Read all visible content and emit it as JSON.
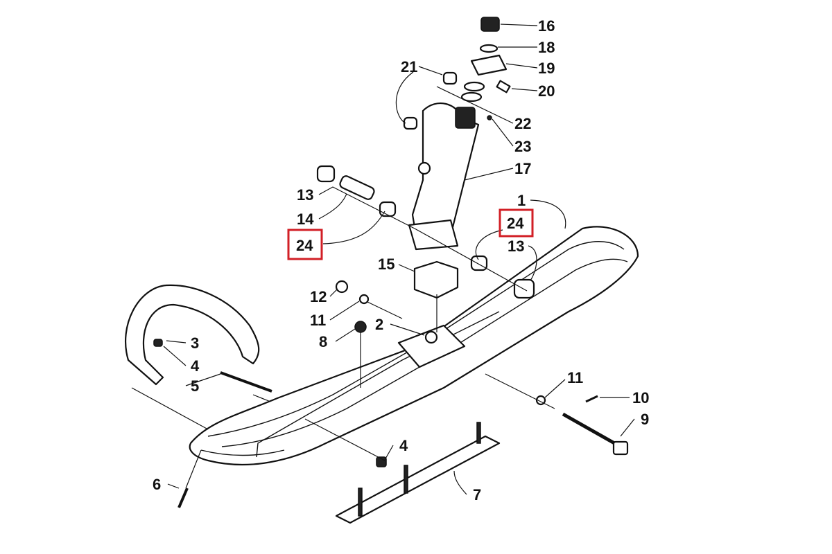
{
  "diagram": {
    "title": "Ski and spindle exploded parts diagram",
    "highlight_color": "#d21f26",
    "labels": {
      "p16": "16",
      "p18": "18",
      "p19": "19",
      "p20": "20",
      "p21": "21",
      "p22": "22",
      "p23": "23",
      "p17": "17",
      "p1": "1",
      "p24_right": "24",
      "p13_right": "13",
      "p13_left": "13",
      "p14": "14",
      "p24_left": "24",
      "p15": "15",
      "p12": "12",
      "p11_left": "11",
      "p2": "2",
      "p8": "8",
      "p3": "3",
      "p4_top": "4",
      "p5": "5",
      "p11_right": "11",
      "p10": "10",
      "p9": "9",
      "p4_bottom": "4",
      "p6": "6",
      "p7": "7"
    }
  }
}
